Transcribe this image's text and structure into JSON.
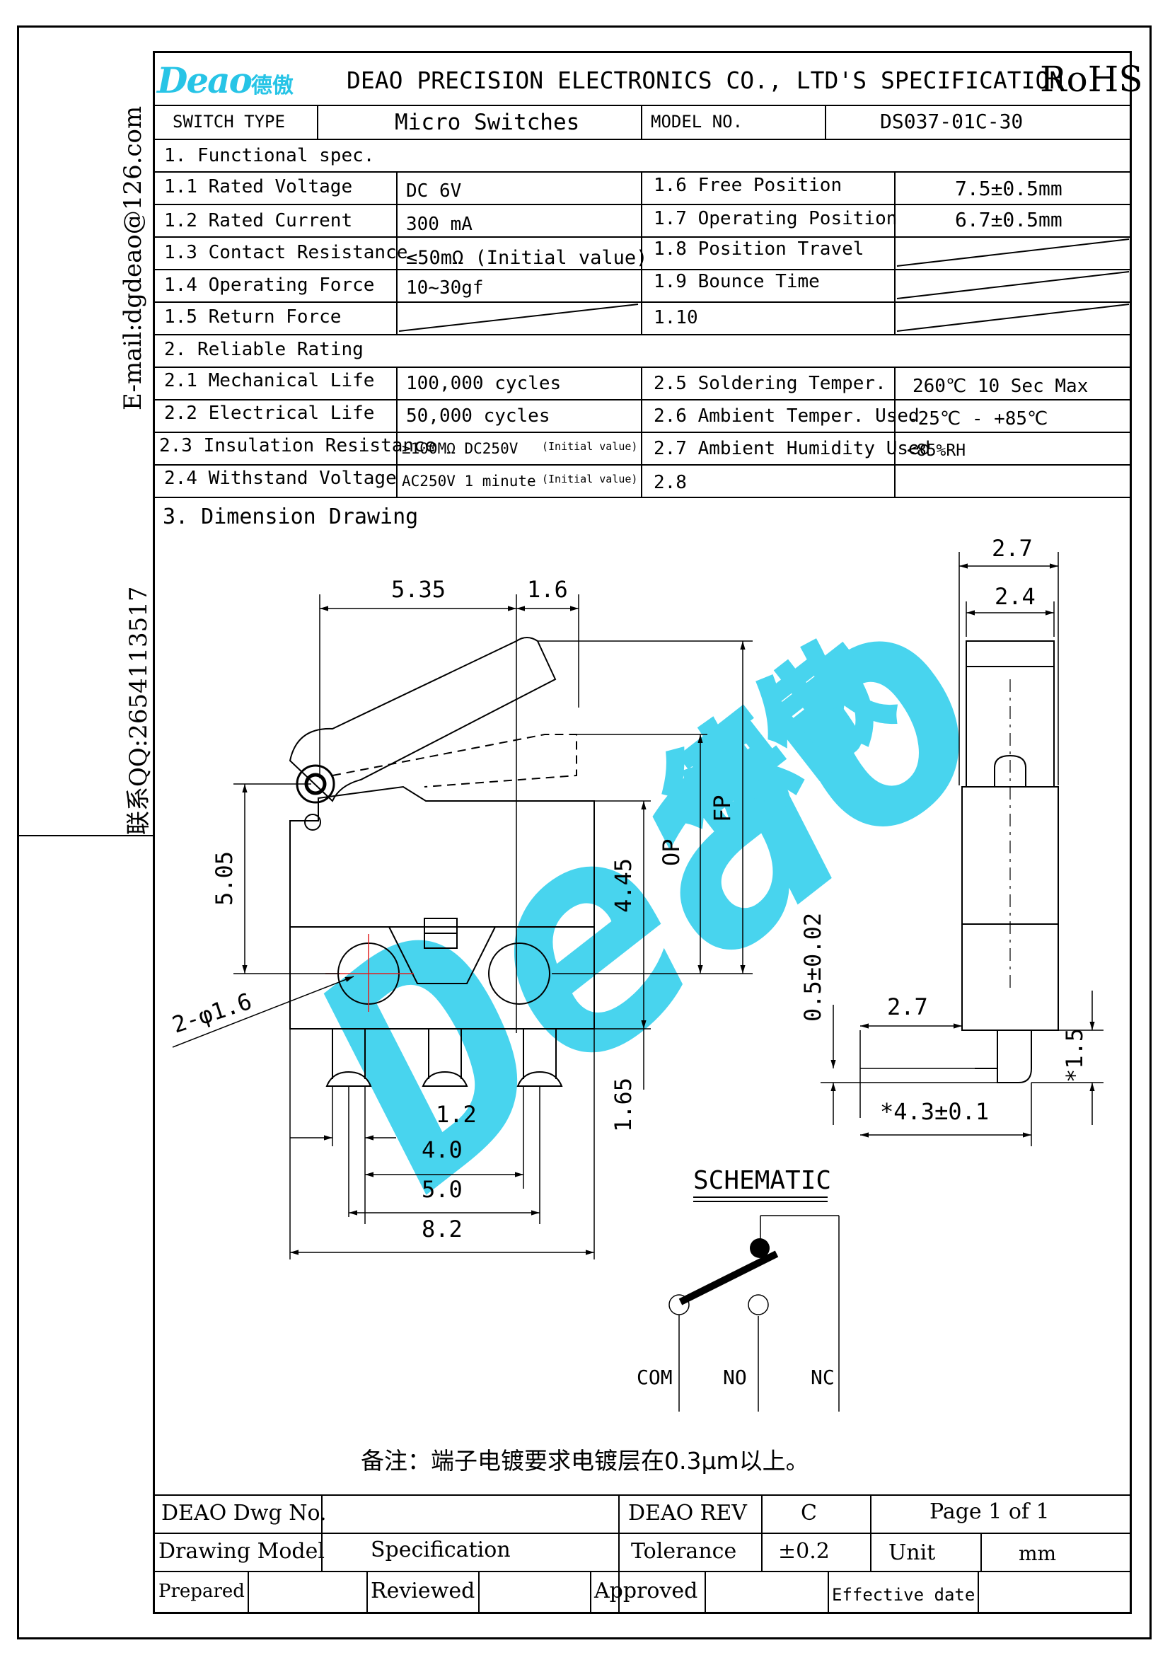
{
  "sidebar": {
    "email": "E-mail:dgdeao@126.com",
    "qq": "联系QQ:2654113517"
  },
  "header": {
    "logo_text": "Deao",
    "logo_cn": "德傲",
    "title": "DEAO PRECISION ELECTRONICS CO., LTD'S SPECIFICATION",
    "rohs": "RoHS"
  },
  "info": {
    "switch_type_label": "SWITCH TYPE",
    "switch_type_value": "Micro Switches",
    "model_label": "MODEL NO.",
    "model_value": "DS037-01C-30"
  },
  "functional": {
    "heading": "1. Functional spec.",
    "rows": [
      {
        "l_label": "1.1 Rated Voltage",
        "l_value": "DC 6V",
        "r_label": "1.6  Free Position",
        "r_value": "7.5±0.5mm"
      },
      {
        "l_label": "1.2 Rated Current",
        "l_value": "300 mA",
        "r_label": "1.7  Operating Position",
        "r_value": "6.7±0.5mm"
      },
      {
        "l_label": "1.3 Contact Resistance",
        "l_value": "≤50mΩ  (Initial value)",
        "r_label": "1.8  Position Travel",
        "r_value": ""
      },
      {
        "l_label": "1.4 Operating Force",
        "l_value": "10~30gf",
        "r_label": "1.9  Bounce Time",
        "r_value": ""
      },
      {
        "l_label": "1.5 Return Force",
        "l_value": "",
        "r_label": "1.10",
        "r_value": ""
      }
    ]
  },
  "reliable": {
    "heading": "2. Reliable Rating",
    "rows": [
      {
        "l_label": "2.1 Mechanical Life",
        "l_value": "100,000 cycles",
        "r_label": "2.5 Soldering Temper.",
        "r_value": "260℃ 10 Sec Max"
      },
      {
        "l_label": "2.2 Electrical Life",
        "l_value": "50,000 cycles",
        "r_label": "2.6 Ambient Temper. Used",
        "r_value": "-25℃ - +85℃"
      },
      {
        "l_label": "2.3 Insulation Resistance",
        "l_value": "≥100MΩ DC250V",
        "l_note": "(Initial value)",
        "r_label": "2.7 Ambient Humidity Used",
        "r_value": "<85%RH"
      },
      {
        "l_label": "2.4  Withstand Voltage",
        "l_value": "AC250V 1 minute",
        "l_note": "(Initial value)",
        "r_label": "2.8",
        "r_value": ""
      }
    ]
  },
  "drawing": {
    "heading": "3. Dimension Drawing",
    "dims": {
      "d535": "5.35",
      "d16": "1.6",
      "d505": "5.05",
      "d445": "4.45",
      "op": "OP",
      "fp": "FP",
      "phi": "2-φ1.6",
      "d165": "1.65",
      "d12": "1.2",
      "d40": "4.0",
      "d50": "5.0",
      "d82": "8.2",
      "d27a": "2.7",
      "d24": "2.4",
      "d05": "0.5±0.02",
      "d27b": "2.7",
      "d15": "*1.5",
      "d43": "*4.3±0.1"
    },
    "watermark_cn": "德傲"
  },
  "schematic": {
    "title": "SCHEMATIC",
    "com": "COM",
    "no": "NO",
    "nc": "NC"
  },
  "remark": "备注：端子电镀要求电镀层在0.3μm以上。",
  "footer": {
    "dwg_label": "DEAO Dwg No.",
    "dwg_value": "",
    "rev_label": "DEAO REV",
    "rev_value": "C",
    "page": "Page 1 of 1",
    "model_label": "Drawing Model",
    "model_value": "Specification",
    "tol_label": "Tolerance",
    "tol_value": "±0.2",
    "unit_label": "Unit",
    "unit_value": "mm",
    "prepared": "Prepared",
    "reviewed": "Reviewed",
    "approved": "Approved",
    "effective": "Effective date"
  },
  "colors": {
    "logo": "#27c4e6",
    "watermark": "#3fd2ee",
    "centerline": "#e02020"
  }
}
